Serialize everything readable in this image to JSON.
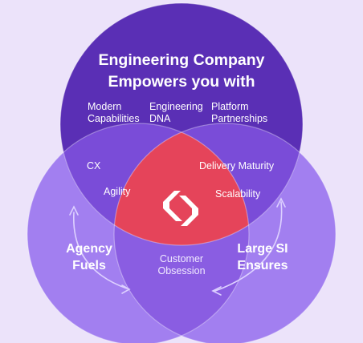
{
  "colors": {
    "background": "#ece3fa",
    "top_circle": "#5a2fb5",
    "left_circle": "#a27ff0",
    "right_circle": "#a27ff0",
    "top_left_overlap": "#7a4cd8",
    "top_right_overlap": "#7a4cd8",
    "bottom_overlap": "#8a5de2",
    "center": "#e5445a",
    "logo": "#ffffff",
    "arrows": "#ddd0ff"
  },
  "top": {
    "title_line1": "Engineering Company",
    "title_line2": "Empowers you with",
    "items": [
      {
        "line1": "Modern",
        "line2": "Capabilities"
      },
      {
        "line1": "Engineering",
        "line2": "DNA"
      },
      {
        "line1": "Platform",
        "line2": "Partnerships"
      }
    ]
  },
  "left": {
    "line1": "Agency",
    "line2": "Fuels"
  },
  "right": {
    "line1": "Large SI",
    "line2": "Ensures"
  },
  "overlap_left": [
    "CX",
    "Agility"
  ],
  "overlap_right": [
    "Delivery Maturity",
    "Scalability"
  ],
  "overlap_bottom": {
    "line1": "Customer",
    "line2": "Obsession"
  },
  "center_logo": "brand-logo-icon"
}
